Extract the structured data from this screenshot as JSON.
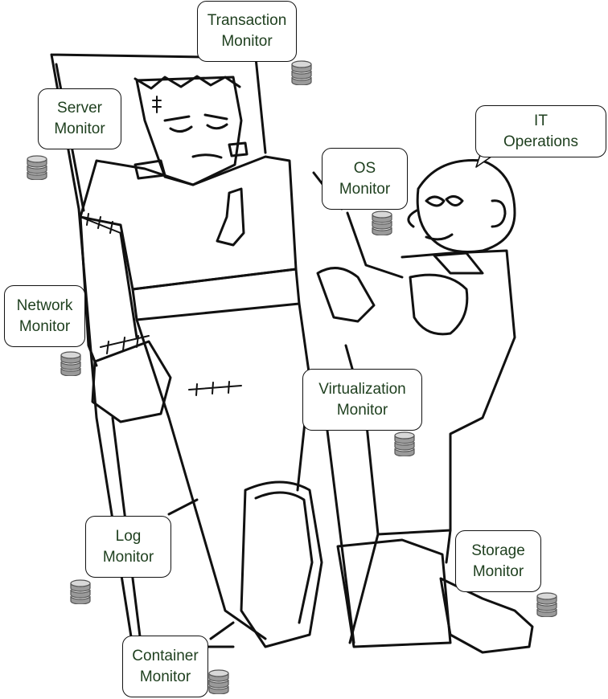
{
  "callouts": {
    "transaction": {
      "line1": "Transaction",
      "line2": "Monitor",
      "icon": "database-icon"
    },
    "server": {
      "line1": "Server",
      "line2": "Monitor",
      "icon": "database-icon"
    },
    "it_operations": {
      "line1": "IT",
      "line2": "Operations"
    },
    "os": {
      "line1": "OS",
      "line2": "Monitor",
      "icon": "database-icon"
    },
    "network": {
      "line1": "Network",
      "line2": "Monitor",
      "icon": "database-icon"
    },
    "virtualization": {
      "line1": "Virtualization",
      "line2": "Monitor",
      "icon": "database-icon"
    },
    "log": {
      "line1": "Log",
      "line2": "Monitor",
      "icon": "database-icon"
    },
    "storage": {
      "line1": "Storage",
      "line2": "Monitor",
      "icon": "database-icon"
    },
    "container": {
      "line1": "Container",
      "line2": "Monitor",
      "icon": "database-icon"
    }
  },
  "colors": {
    "label_text": "#1e3f1e",
    "outline": "#111111",
    "database_icon": "#9a9a9a"
  }
}
